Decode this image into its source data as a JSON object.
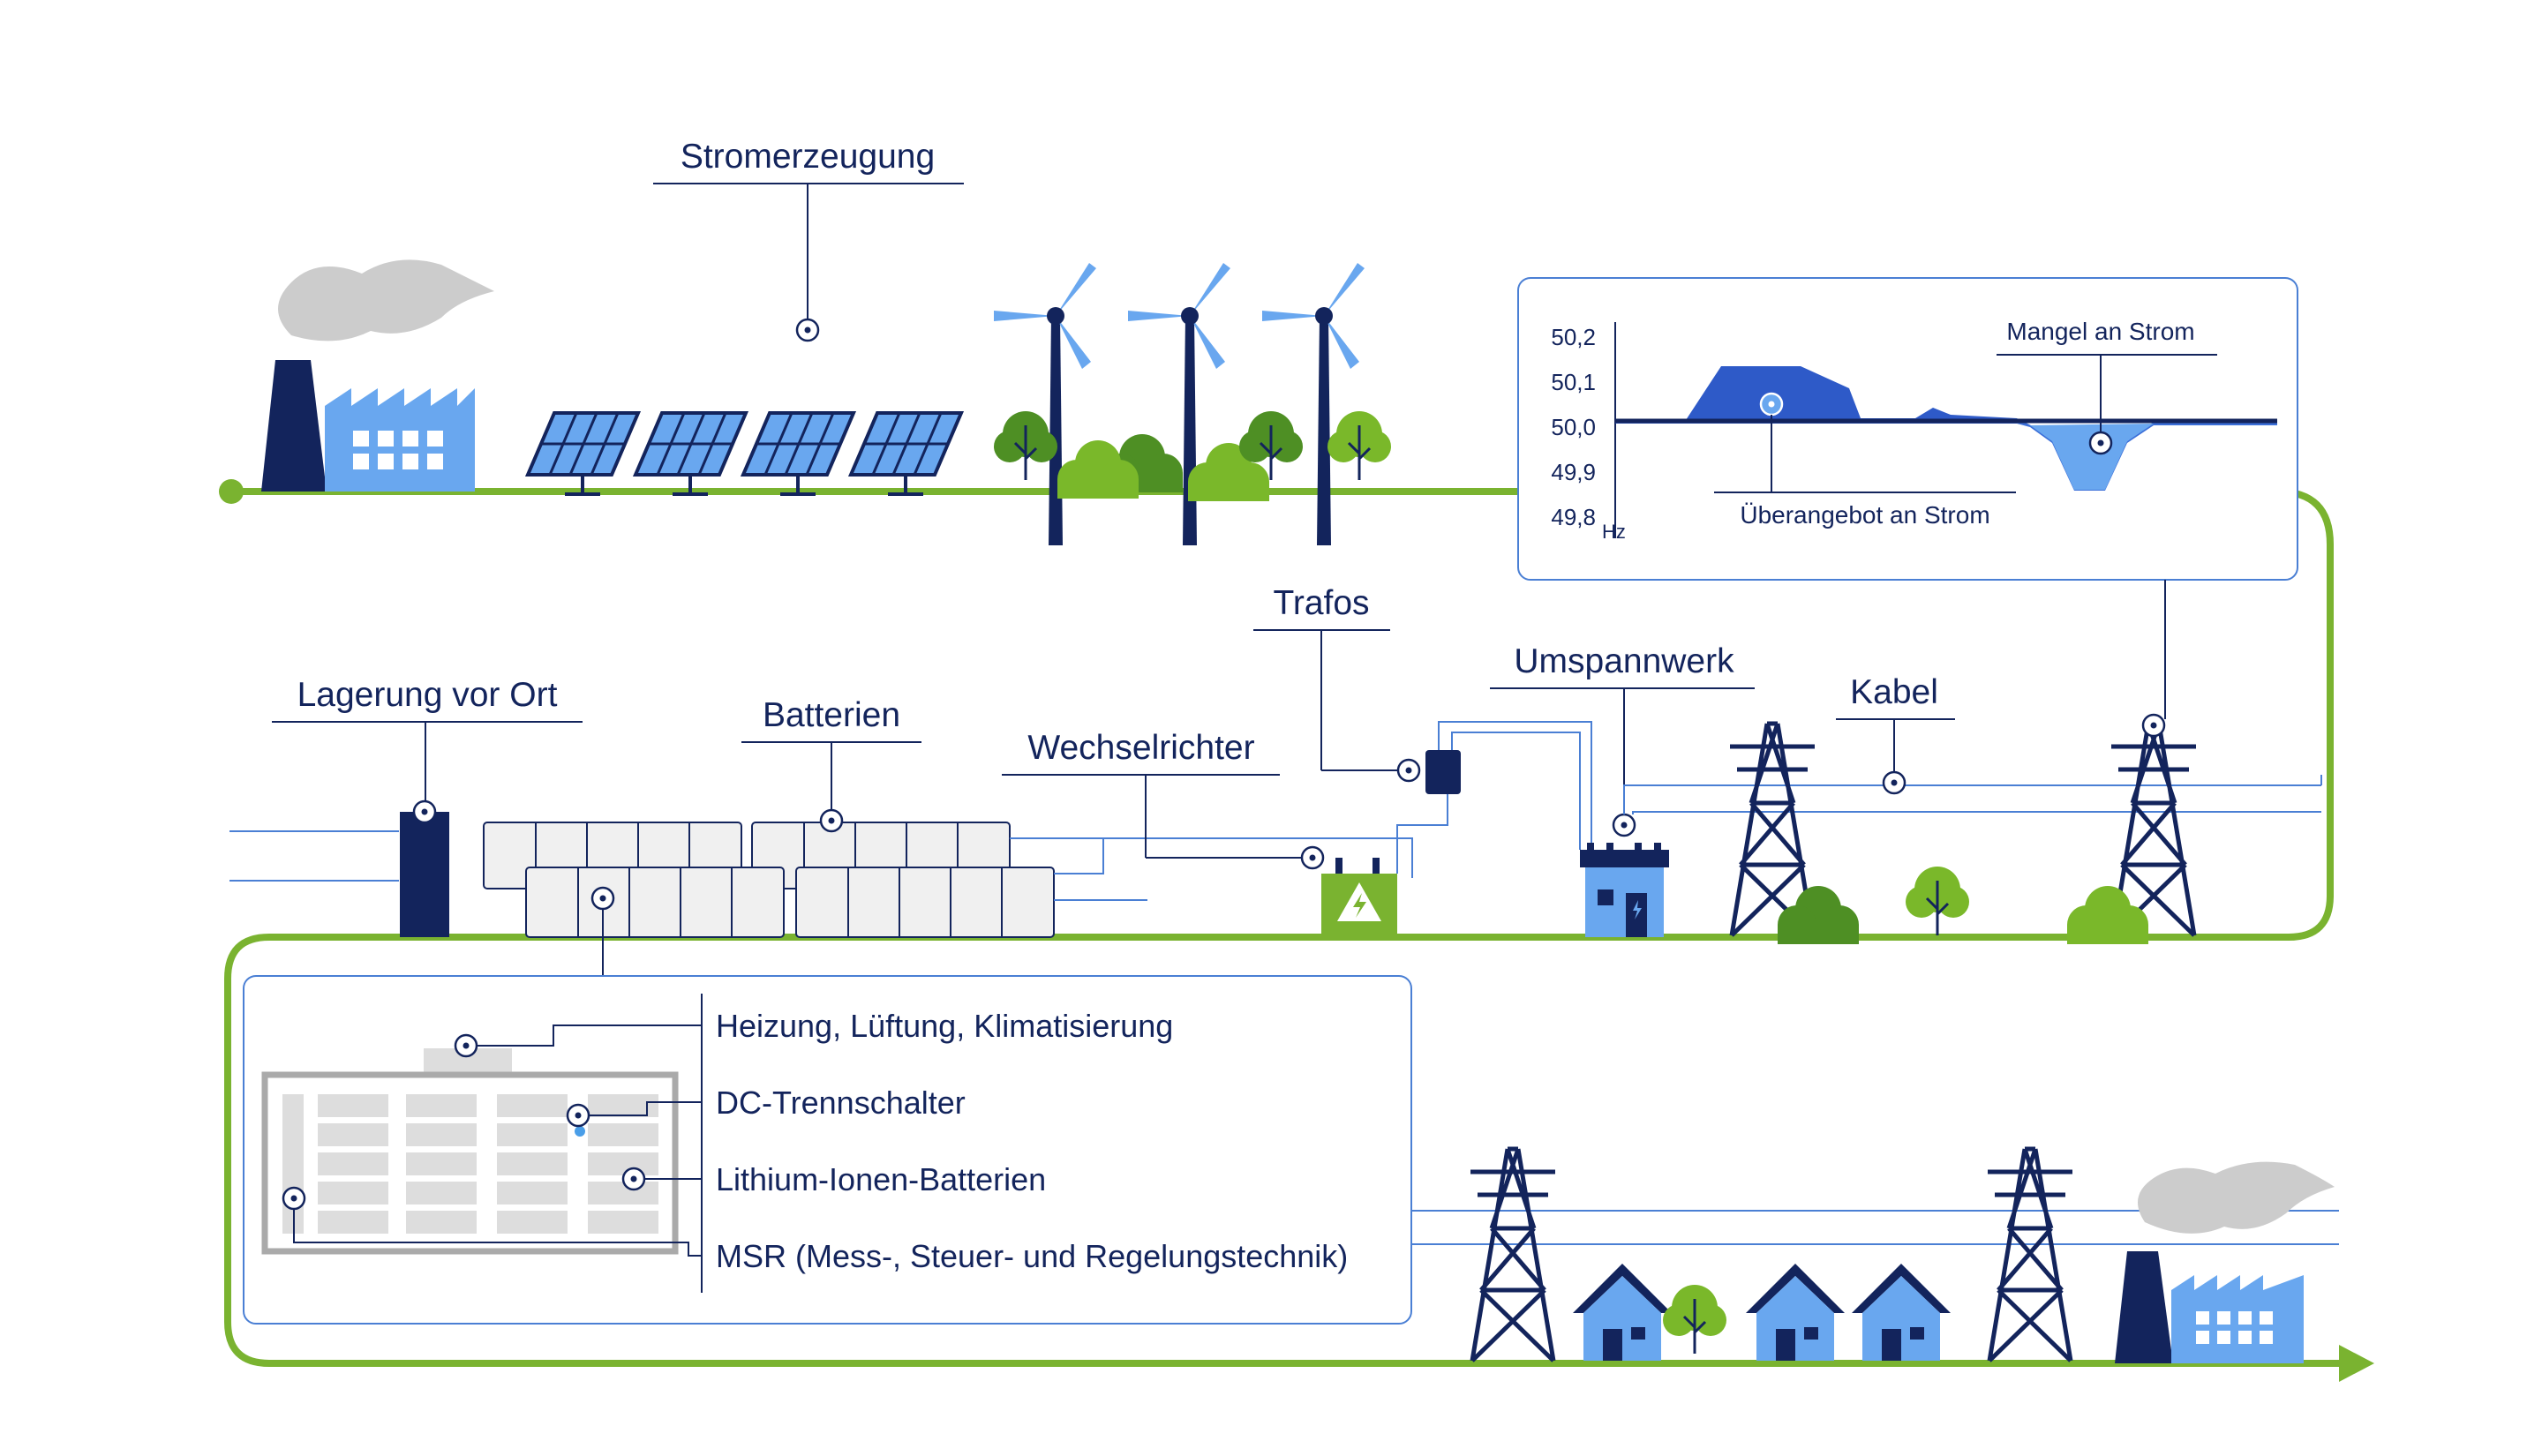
{
  "labels": {
    "generation": "Stromerzeugung",
    "onsite_storage": "Lagerung vor Ort",
    "batteries": "Batterien",
    "inverter": "Wechselrichter",
    "transformers": "Trafos",
    "substation": "Umspannwerk",
    "cable": "Kabel"
  },
  "frequency_panel": {
    "y_ticks": [
      "50,2",
      "50,1",
      "50,0",
      "49,9",
      "49,8"
    ],
    "unit": "Hz",
    "shortage_label": "Mangel an Strom",
    "surplus_label": "Überangebot an Strom"
  },
  "battery_detail": {
    "items": [
      "Heizung, Lüftung, Klimatisierung",
      "DC-Trennschalter",
      "Lithium-Ionen-Batterien",
      "MSR (Mess-, Steuer- und Regelungstechnik)"
    ]
  },
  "colors": {
    "navy": "#13245c",
    "blue": "#4a7fd4",
    "light_blue": "#69a7ef",
    "green_line": "#7ab330",
    "tree_green": "#7ab82a",
    "tree_dark": "#4e8f24",
    "smoke": "#cccccc"
  }
}
